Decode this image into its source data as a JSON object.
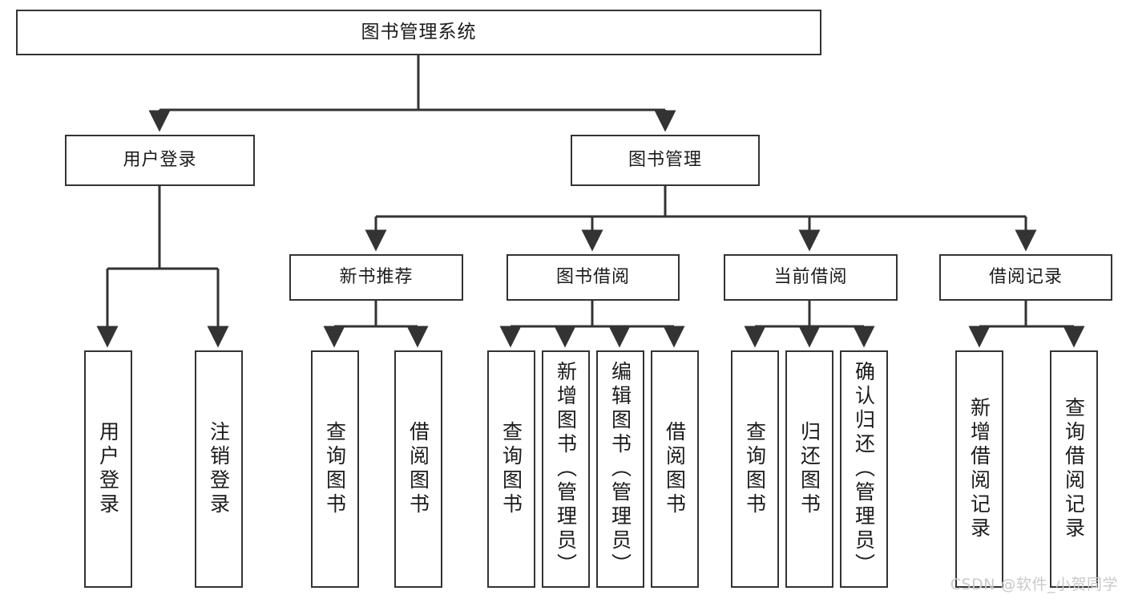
{
  "diagram": {
    "title": "图书管理系统",
    "type": "tree-hierarchy",
    "watermark": "CSDN @软件_小贺同学",
    "line_color": "#333333",
    "box_fill": "#ffffff",
    "text_color": "#1b1b1b"
  },
  "nodes": {
    "root": {
      "label": "图书管理系统"
    },
    "level1": [
      {
        "label": "用户登录"
      },
      {
        "label": "图书管理"
      }
    ],
    "level2": [
      {
        "label": "新书推荐"
      },
      {
        "label": "图书借阅"
      },
      {
        "label": "当前借阅"
      },
      {
        "label": "借阅记录"
      }
    ],
    "leaves": {
      "user_login": [
        {
          "label": "用户登录"
        },
        {
          "label": "注销登录"
        }
      ],
      "new_book": [
        {
          "label": "查询图书"
        },
        {
          "label": "借阅图书"
        }
      ],
      "book_borrow": [
        {
          "label": "查询图书"
        },
        {
          "label": "新增图书（管理员）"
        },
        {
          "label": "编辑图书（管理员）"
        },
        {
          "label": "借阅图书"
        }
      ],
      "current_borrow": [
        {
          "label": "查询图书"
        },
        {
          "label": "归还图书"
        },
        {
          "label": "确认归还（管理员）"
        }
      ],
      "borrow_record": [
        {
          "label": "新增借阅记录"
        },
        {
          "label": "查询借阅记录"
        }
      ]
    }
  }
}
